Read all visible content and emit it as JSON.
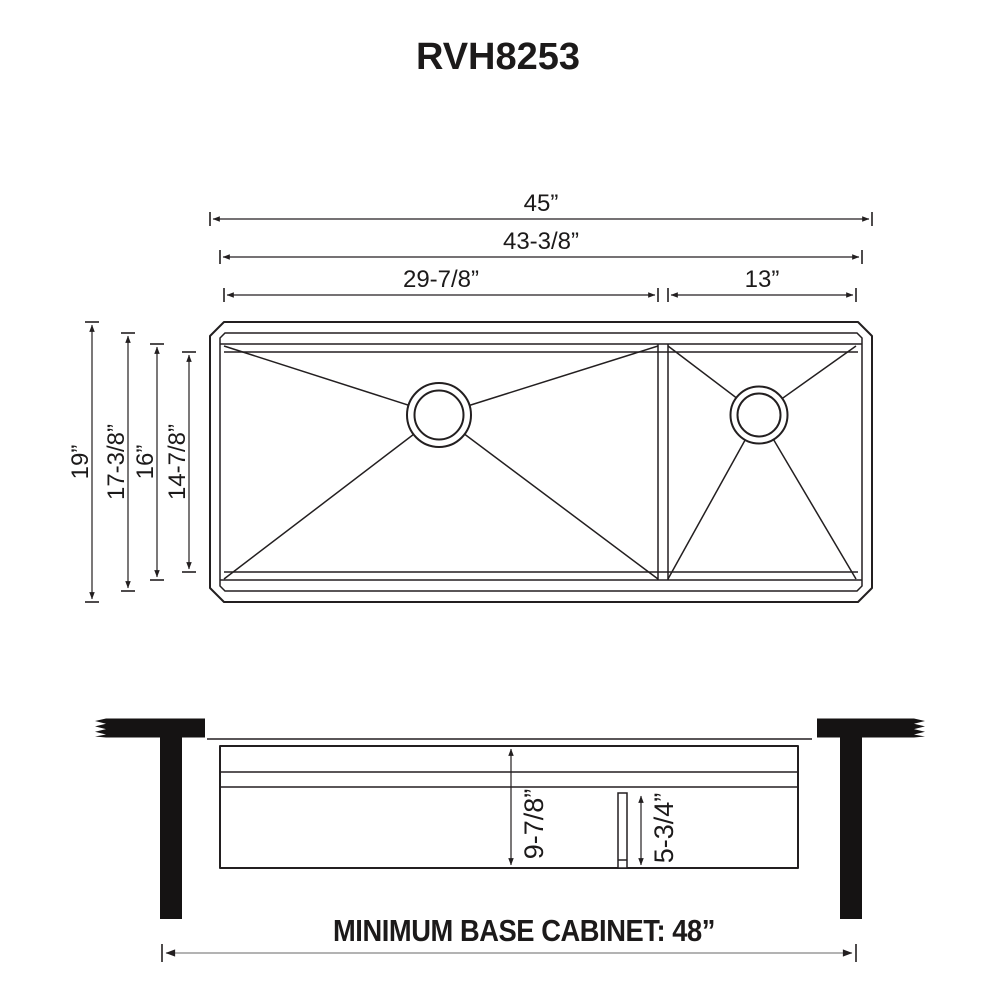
{
  "title": "RVH8253",
  "top_view": {
    "width_overall": "45”",
    "width_inner": "43-3/8”",
    "width_left_bowl": "29-7/8”",
    "width_right_bowl": "13”",
    "depth_overall": "19”",
    "depth_inner": "17-3/8”",
    "depth_rim": "16”",
    "depth_bowl": "14-7/8”"
  },
  "side_view": {
    "bowl_depth_left": "9-7/8”",
    "bowl_depth_right": "5-3/4”",
    "cabinet_note": "MINIMUM BASE CABINET: 48”"
  },
  "colors": {
    "line_color": "#231f20",
    "background": "#ffffff"
  }
}
